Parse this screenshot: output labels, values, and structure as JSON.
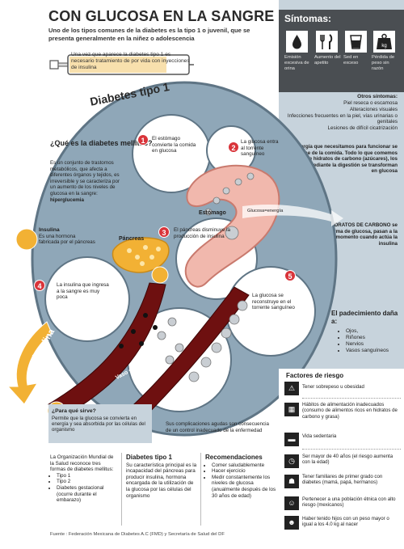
{
  "title": "CON GLUCOSA EN LA SANGRE",
  "subtitle": "Uno de los tipos comunes de la diabetes es la tipo 1 o juvenil, que se presenta generalmente en la niñez o adolescencia",
  "syringe_text": "Una vez que aparece la diabetes tipo 1 es necesario tratamiento de por vida con inyecciones de insulina",
  "symptoms": {
    "title": "Síntomas:",
    "items": [
      {
        "icon": "droplet-icon",
        "label": "Emisión excesiva de orina"
      },
      {
        "icon": "fork-knife-icon",
        "label": "Aumento del apetito"
      },
      {
        "icon": "glass-icon",
        "label": "Sed en exceso"
      },
      {
        "icon": "weight-icon",
        "label": "Pérdida de peso sin razón"
      }
    ],
    "weight_label": "kg"
  },
  "other_symptoms": {
    "title": "Otros síntomas:",
    "items": [
      "Piel reseca o escamosa",
      "Alteraciones visuales",
      "Infecciones frecuentes en la piel, vías urinarias o genitales",
      "Lesiones de difícil cicatrización"
    ]
  },
  "energy_text_1": "La energía que necesitamos para funcionar se obtiene de la comida. Todo lo que comemos contiene hidratos de carbono (azúcares), los cuales, mediante la digestión se transforman en glucosa",
  "energy_text_2": "Cuando los HIDRATOS DE CARBONO se encuentran en forma de glucosa, pasan a la sangre y es en este momento cuando actúa la insulina",
  "diagram": {
    "heading": "Diabetes tipo 1",
    "question_title": "¿Qué es la diabetes mellitus?",
    "question_text": "Es un conjunto de trastornos metabólicos, que afecta a diferentes órganos y tejidos, es irreversible y se caracteriza por un aumento de los niveles de glucosa en la sangre:",
    "question_bold": "hiperglucemia",
    "insulina_title": "Insulina",
    "insulina_text": "Es una hormona fabricada por el páncreas",
    "pancreas": "Páncreas",
    "estomago": "Estómago",
    "glucosa_energia": "Glucosa=energía",
    "insulina_arrow": "Insulina",
    "vaso": "Vaso sanguíneo",
    "steps": [
      {
        "n": "1",
        "text": "El estómago convierte la comida en glucosa"
      },
      {
        "n": "2",
        "text": "La glucosa entra al torrente sanguíneo"
      },
      {
        "n": "3",
        "text": "El páncreas disminuye la producción de insulina"
      },
      {
        "n": "4",
        "text": "La insulina que ingresa a la sangre es muy poca"
      },
      {
        "n": "5",
        "text": "La glucosa se reconstruye en el torrente sanguíneo"
      }
    ]
  },
  "para_que": {
    "title": "¿Para qué sirve?",
    "text": "Permite que la glucosa se convierta en energía y sea absorbida por las células del organismo"
  },
  "complications": "Sus complicaciones agudas son consecuencia de un control inadecuado de la enfermedad",
  "damage": {
    "title": "El padecimiento daña a:",
    "items": [
      "Ojos,",
      "Riñones",
      "Nervios",
      "Vasos sanguíneos"
    ]
  },
  "risk": {
    "title": "Factores de riesgo",
    "items": [
      {
        "icon": "warning-icon",
        "text": "Tener sobrepeso u obesidad"
      },
      {
        "icon": "food-icon",
        "text": "Hábitos de alimentación inadecuados (consumo de alimentos ricos en hidratos de carbono y grasa)"
      },
      {
        "icon": "sedentary-icon",
        "text": "Vida sedentaria"
      },
      {
        "icon": "age-icon",
        "text": "Ser mayor de 40 años (el riesgo aumenta con la edad)"
      },
      {
        "icon": "family-icon",
        "text": "Tener familiares de primer grado con diabetes (mamá, papá, hermanos)"
      },
      {
        "icon": "ethnic-icon",
        "text": "Pertenecer a una población étnica con alto riesgo (mexicanos)"
      },
      {
        "icon": "baby-icon",
        "text": "Haber tenido hijos con un peso mayor o igual a los 4.0 kg al nacer"
      }
    ]
  },
  "oms": {
    "text": "La Organización Mundial de la Salud reconoce tres formas de diabetes mellitus:",
    "items": [
      "Tipo 1",
      "Tipo 2",
      "Diabetes gestacional (ocurre durante el embarazo)"
    ]
  },
  "tipo1": {
    "title": "Diabetes tipo 1",
    "text": "Su característica principal es la incapacidad del páncreas para producir insulina, hormona encargada de la utilización de la glucosa por las células del organismo"
  },
  "recs": {
    "title": "Recomendaciones",
    "items": [
      "Comer saludablemente",
      "Hacer ejercicio",
      "Medir constantemente los niveles de glucosa (anualmente después de los 30 años de edad)"
    ]
  },
  "source": "Fuente : Federación Mexicana de Diabetes A.C (FMD) y Secretaría de Salud del DF",
  "colors": {
    "accent_red": "#d9343a",
    "sidebar_blue": "#c7d3dc",
    "circle_blue": "#8fa7b8",
    "dark_panel": "#4a4e52",
    "yellow": "#f2b134",
    "blood": "#6e1010"
  }
}
